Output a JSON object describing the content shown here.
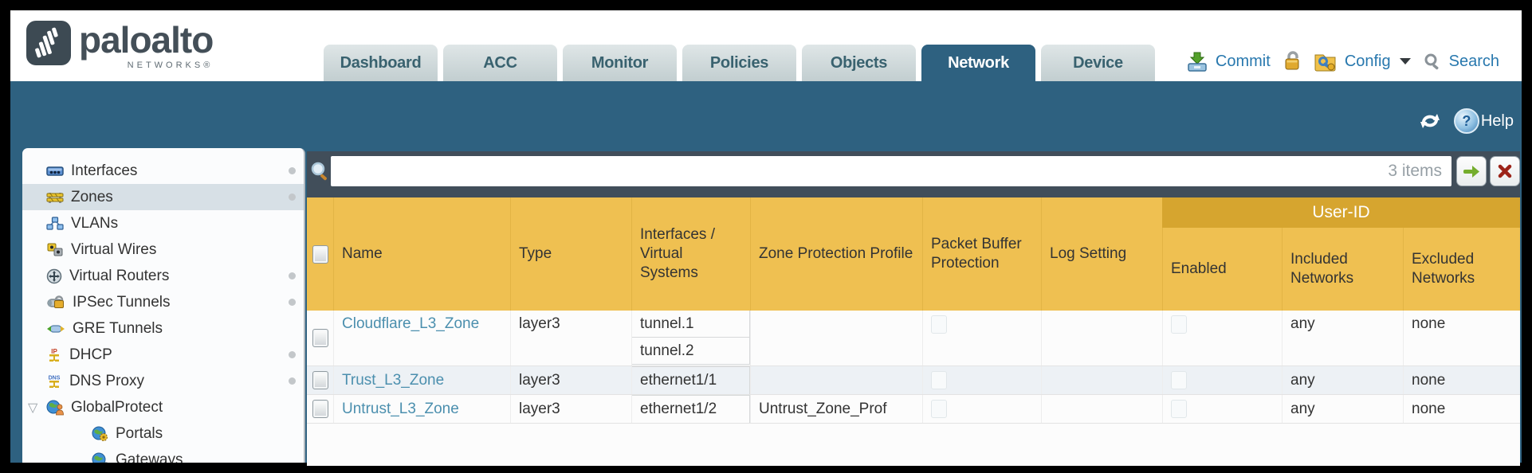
{
  "header": {
    "brand": "paloalto",
    "brand_sub": "NETWORKS®",
    "tabs": [
      {
        "label": "Dashboard",
        "active": false
      },
      {
        "label": "ACC",
        "active": false
      },
      {
        "label": "Monitor",
        "active": false
      },
      {
        "label": "Policies",
        "active": false
      },
      {
        "label": "Objects",
        "active": false
      },
      {
        "label": "Network",
        "active": true
      },
      {
        "label": "Device",
        "active": false
      }
    ],
    "actions": {
      "commit": "Commit",
      "config": "Config",
      "search": "Search"
    }
  },
  "toolbar": {
    "help_label": "Help"
  },
  "sidebar": {
    "items": [
      {
        "label": "Interfaces",
        "icon": "interfaces-icon",
        "selected": false,
        "dot": true
      },
      {
        "label": "Zones",
        "icon": "zones-icon",
        "selected": true,
        "dot": true
      },
      {
        "label": "VLANs",
        "icon": "vlans-icon",
        "selected": false,
        "dot": false
      },
      {
        "label": "Virtual Wires",
        "icon": "virtual-wires-icon",
        "selected": false,
        "dot": false
      },
      {
        "label": "Virtual Routers",
        "icon": "virtual-routers-icon",
        "selected": false,
        "dot": true
      },
      {
        "label": "IPSec Tunnels",
        "icon": "ipsec-tunnels-icon",
        "selected": false,
        "dot": true
      },
      {
        "label": "GRE Tunnels",
        "icon": "gre-tunnels-icon",
        "selected": false,
        "dot": false
      },
      {
        "label": "DHCP",
        "icon": "dhcp-icon",
        "selected": false,
        "dot": true
      },
      {
        "label": "DNS Proxy",
        "icon": "dns-proxy-icon",
        "selected": false,
        "dot": true
      },
      {
        "label": "GlobalProtect",
        "icon": "globalprotect-icon",
        "selected": false,
        "dot": false,
        "expanded": true
      },
      {
        "label": "Portals",
        "icon": "portals-icon",
        "selected": false,
        "dot": false,
        "indent": true
      },
      {
        "label": "Gateways",
        "icon": "gateways-icon",
        "selected": false,
        "dot": false,
        "indent": true
      }
    ]
  },
  "filter": {
    "value": "",
    "count_label": "3 items"
  },
  "table": {
    "group_header": "User-ID",
    "columns": {
      "name": "Name",
      "type": "Type",
      "interfaces": "Interfaces / Virtual Systems",
      "zone_protection_profile": "Zone Protection Profile",
      "packet_buffer_protection": "Packet Buffer Protection",
      "log_setting": "Log Setting",
      "enabled": "Enabled",
      "included_networks": "Included Networks",
      "excluded_networks": "Excluded Networks"
    },
    "rows": [
      {
        "name": "Cloudflare_L3_Zone",
        "type": "layer3",
        "interfaces": [
          "tunnel.1",
          "tunnel.2"
        ],
        "zone_protection_profile": "",
        "log_setting": "",
        "enabled_checked": false,
        "included_networks": "any",
        "excluded_networks": "none"
      },
      {
        "name": "Trust_L3_Zone",
        "type": "layer3",
        "interfaces": [
          "ethernet1/1"
        ],
        "zone_protection_profile": "",
        "log_setting": "",
        "enabled_checked": false,
        "included_networks": "any",
        "excluded_networks": "none"
      },
      {
        "name": "Untrust_L3_Zone",
        "type": "layer3",
        "interfaces": [
          "ethernet1/2"
        ],
        "zone_protection_profile": "Untrust_Zone_Prof",
        "log_setting": "",
        "enabled_checked": false,
        "included_networks": "any",
        "excluded_networks": "none"
      }
    ]
  },
  "colors": {
    "teal": "#2e6180",
    "slate": "#414e5a",
    "amber": "#efc051",
    "amber_dark": "#d6a52f",
    "link_blue": "#4b8fae",
    "action_blue": "#2878ae",
    "row_alt": "#edf1f5"
  }
}
